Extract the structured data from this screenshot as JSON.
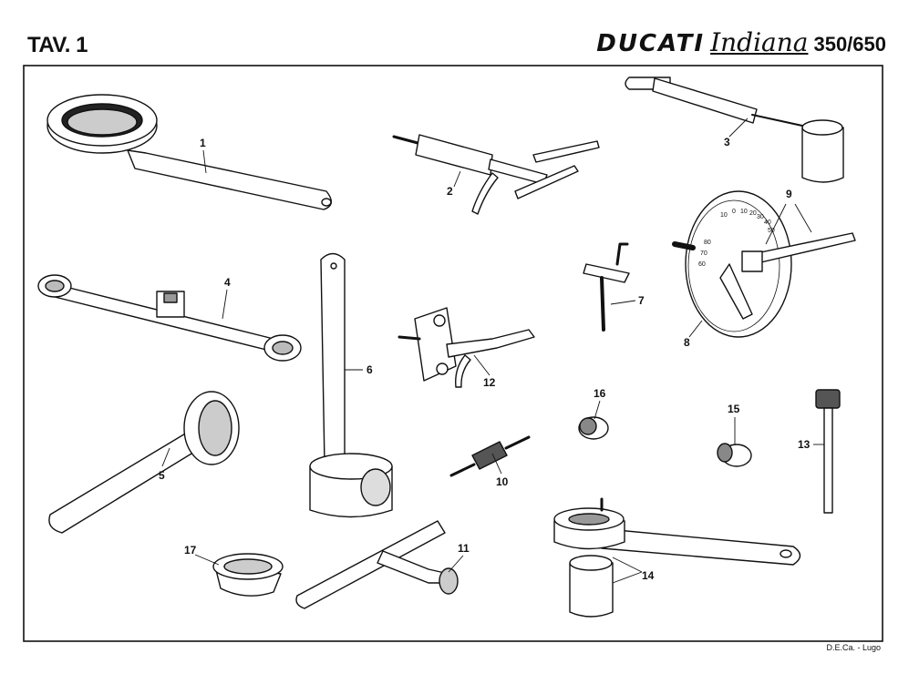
{
  "header": {
    "plate_title": "TAV. 1",
    "brand": "DUCATI",
    "model": "Indiana",
    "displacement": "350/650"
  },
  "footer": {
    "credit": "D.E.Ca. - Lugo"
  },
  "tools": [
    {
      "id": "tool-1",
      "number": "1"
    },
    {
      "id": "tool-2",
      "number": "2"
    },
    {
      "id": "tool-3",
      "number": "3"
    },
    {
      "id": "tool-4",
      "number": "4"
    },
    {
      "id": "tool-5",
      "number": "5"
    },
    {
      "id": "tool-6",
      "number": "6"
    },
    {
      "id": "tool-7",
      "number": "7"
    },
    {
      "id": "tool-8",
      "number": "8"
    },
    {
      "id": "tool-9",
      "number": "9"
    },
    {
      "id": "tool-10",
      "number": "10"
    },
    {
      "id": "tool-11",
      "number": "11"
    },
    {
      "id": "tool-12",
      "number": "12"
    },
    {
      "id": "tool-13",
      "number": "13"
    },
    {
      "id": "tool-14",
      "number": "14"
    },
    {
      "id": "tool-15",
      "number": "15"
    },
    {
      "id": "tool-16",
      "number": "16"
    },
    {
      "id": "tool-17",
      "number": "17"
    }
  ],
  "dial_scale": [
    "10",
    "0",
    "10",
    "20",
    "30",
    "40",
    "50",
    "60",
    "70",
    "80"
  ]
}
